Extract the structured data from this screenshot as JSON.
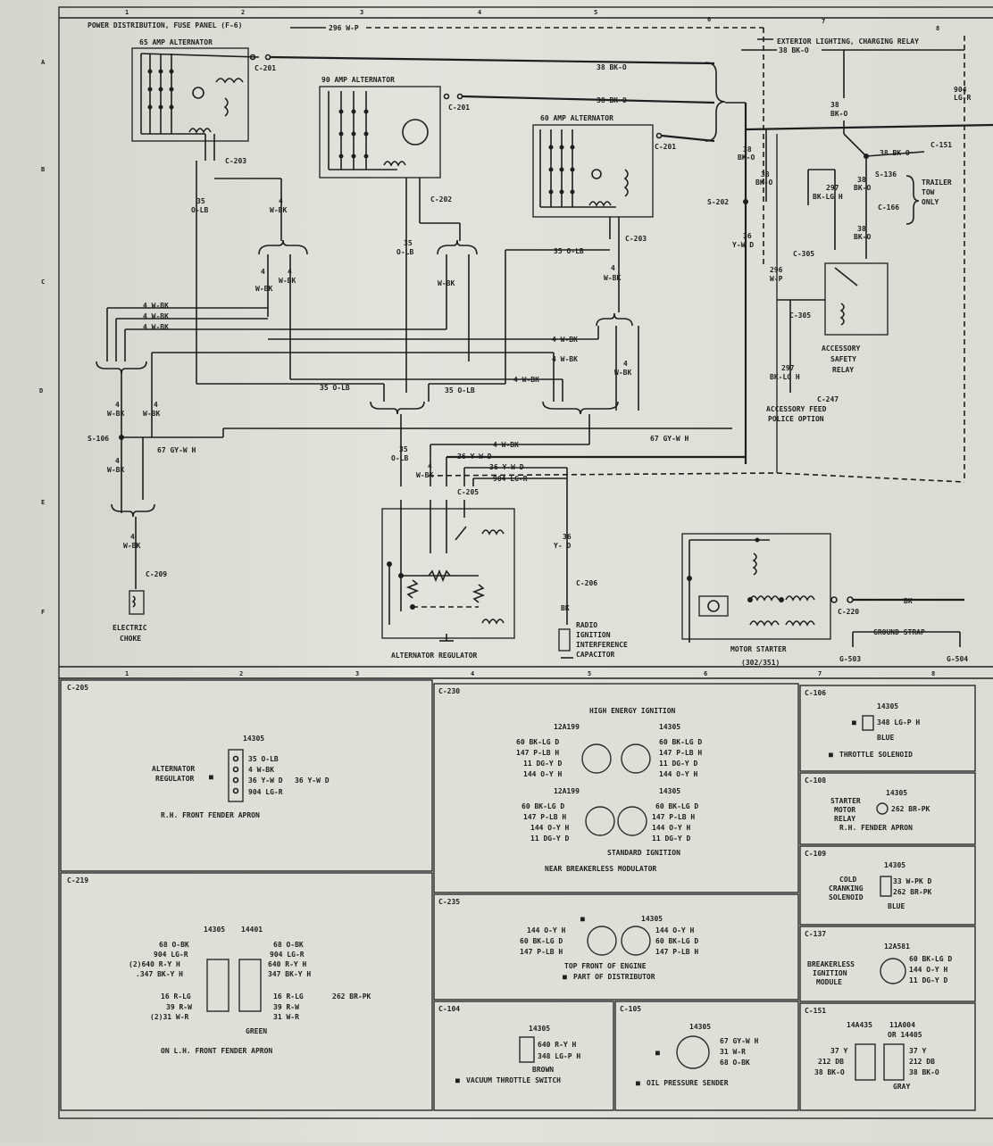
{
  "grid": {
    "cols": [
      "1",
      "2",
      "3",
      "4",
      "5",
      "6",
      "7",
      "8"
    ],
    "rows": [
      "A",
      "B",
      "C",
      "D",
      "E",
      "F"
    ]
  },
  "top": {
    "power_dist": "POWER DISTRIBUTION, FUSE PANEL (F-6)",
    "w296": "296 W-P",
    "ext_lighting": "EXTERIOR LIGHTING, CHARGING RELAY",
    "bk38_top": "38 BK-O",
    "w904": "904",
    "w904b": "LG-R"
  },
  "alternators": {
    "a65": "65 AMP ALTERNATOR",
    "a90": "90 AMP ALTERNATOR",
    "a60": "60 AMP ALTERNATOR",
    "c201": "C-201",
    "c203": "C-203",
    "c202": "C-202",
    "bk38": "38 BK-O"
  },
  "wires": {
    "w35": "35",
    "olb": "O-LB",
    "w4": "4",
    "wbk": "W-BK",
    "w4wbk": "4 W-BK",
    "w35olb": "35 O-LB",
    "w38": "38",
    "bko": "BK-O",
    "s202": "S-202",
    "w36": "36",
    "ywd": "Y-W D",
    "s106": "S-106",
    "w67": "67 GY-W H",
    "w36ywd": "36 Y-W D",
    "w904lgr": "904 LG-R",
    "c205": "C-205",
    "c209": "C-209",
    "c206": "C-206",
    "c220": "C-220",
    "bk": "BK",
    "yd": "Y-  D",
    "w296": "296",
    "wp": "W-P",
    "w297": "297",
    "bklgh": "BK-LG H",
    "c305": "C-305",
    "c151": "C-151",
    "s136": "S-136",
    "c166": "C-166",
    "bk38o": "38 BK-O"
  },
  "labels": {
    "choke1": "ELECTRIC",
    "choke2": "CHOKE",
    "regulator": "ALTERNATOR REGULATOR",
    "radio1": "RADIO",
    "radio2": "IGNITION",
    "radio3": "INTERFERENCE",
    "radio4": "CAPACITOR",
    "starter": "MOTOR STARTER",
    "starter2": "(302/351)",
    "ground": "GROUND STRAP",
    "g503": "G-503",
    "g504": "G-504",
    "relay1": "ACCESSORY",
    "relay2": "SAFETY",
    "relay3": "RELAY",
    "feed1": "ACCESSORY FEED",
    "feed2": "POLICE OPTION",
    "c247": "C-247",
    "trailer1": "TRAILER",
    "trailer2": "TOW",
    "trailer3": "ONLY"
  },
  "panels": {
    "c205": {
      "id": "C-205",
      "part": "14305",
      "title1": "ALTERNATOR",
      "title2": "REGULATOR",
      "pins": [
        "35 O-LB",
        "4 W-BK",
        "36 Y-W D",
        "36 Y-W D",
        "904 LG-R"
      ],
      "loc": "R.H. FRONT FENDER APRON"
    },
    "c230": {
      "id": "C-230",
      "hi": "HIGH ENERGY IGNITION",
      "p1": "12A199",
      "p2": "14305",
      "left1": [
        "60 BK-LG D",
        "147 P-LB H",
        "11 DG-Y D",
        "144 O-Y H"
      ],
      "right1": [
        "60 BK-LG D",
        "147 P-LB H",
        "11 DG-Y D",
        "144 O-Y H"
      ],
      "left2": [
        "60 BK-LG D",
        "147 P-LB H",
        "144 O-Y H",
        "11 DG-Y D"
      ],
      "right2": [
        "60 BK-LG D",
        "147 P-LB H",
        "144 O-Y H",
        "11 DG-Y D"
      ],
      "std": "STANDARD IGNITION",
      "loc": "NEAR BREAKERLESS MODULATOR"
    },
    "c106": {
      "id": "C-106",
      "part": "14305",
      "pin": "348 LG-P H",
      "color": "BLUE",
      "loc": "THROTTLE SOLENOID"
    },
    "c108": {
      "id": "C-108",
      "part": "14305",
      "name1": "STARTER",
      "name2": "MOTOR",
      "name3": "RELAY",
      "pin": "262 BR-PK",
      "loc": "R.H. FENDER APRON"
    },
    "c109": {
      "id": "C-109",
      "part": "14305",
      "name1": "COLD",
      "name2": "CRANKING",
      "name3": "SOLENOID",
      "pins": [
        "33 W-PK D",
        "262 BR-PK"
      ],
      "color": "BLUE"
    },
    "c219": {
      "id": "C-219",
      "p1": "14305",
      "p2": "14401",
      "left": [
        "68 O-BK",
        "904 LG-R",
        "(2)640 R-Y H",
        ".347 BK-Y H",
        "16 R-LG",
        "39 R-W",
        "(2)31 W-R"
      ],
      "right": [
        "68 O-BK",
        "904 LG-R",
        "640 R-Y H",
        "347 BK-Y H",
        "16 R-LG",
        "39 R-W",
        "31 W-R"
      ],
      "extra": "262 BR-PK",
      "color": "GREEN",
      "loc": "ON L.H. FRONT FENDER APRON"
    },
    "c235": {
      "id": "C-235",
      "part": "14305",
      "left": [
        "144 O-Y H",
        "60 BK-LG D",
        "147 P-LB H"
      ],
      "right": [
        "144 O-Y H",
        "60 BK-LG D",
        "147 P-LB H"
      ],
      "loc1": "TOP FRONT OF ENGINE",
      "loc2": "PART OF DISTRIBUTOR"
    },
    "c137": {
      "id": "C-137",
      "part": "12A581",
      "name1": "BREAKERLESS",
      "name2": "IGNITION",
      "name3": "MODULE",
      "pins": [
        "60 BK-LG D",
        "144 O-Y H",
        "11 DG-Y D"
      ]
    },
    "c104": {
      "id": "C-104",
      "part": "14305",
      "pins": [
        "640 R-Y H",
        "348 LG-P H"
      ],
      "color": "BROWN",
      "loc": "VACUUM THROTTLE SWITCH"
    },
    "c105": {
      "id": "C-105",
      "part": "14305",
      "pins": [
        "67 GY-W H",
        "31 W-R",
        "68 O-BK"
      ],
      "loc": "OIL PRESSURE SENDER"
    },
    "c151": {
      "id": "C-151",
      "p1": "14A435",
      "p2": "11A004",
      "p3": "OR 14405",
      "left": [
        "37 Y",
        "212 DB",
        "38 BK-O"
      ],
      "right": [
        "37 Y",
        "212 DB",
        "38 BK-O"
      ],
      "color": "GRAY"
    }
  }
}
